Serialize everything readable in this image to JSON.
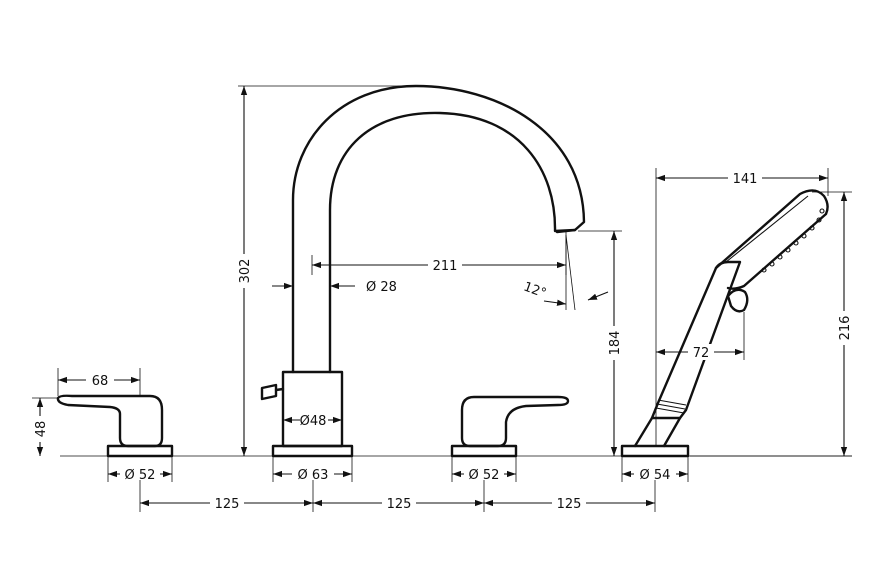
{
  "dimensions": {
    "left_lever_width": "68",
    "left_lever_height": "48",
    "left_base_dia": "Ø 52",
    "spout_height": "302",
    "spout_dia": "Ø 28",
    "spout_reach": "211",
    "spout_angle": "12°",
    "spout_outlet_height": "184",
    "body_dia": "Ø48",
    "center_base_dia": "Ø 63",
    "right_base_dia": "Ø 52",
    "shower_base_dia": "Ø 54",
    "shower_width": "141",
    "shower_handle": "72",
    "shower_height": "216",
    "spacing_1": "125",
    "spacing_2": "125",
    "spacing_3": "125"
  }
}
